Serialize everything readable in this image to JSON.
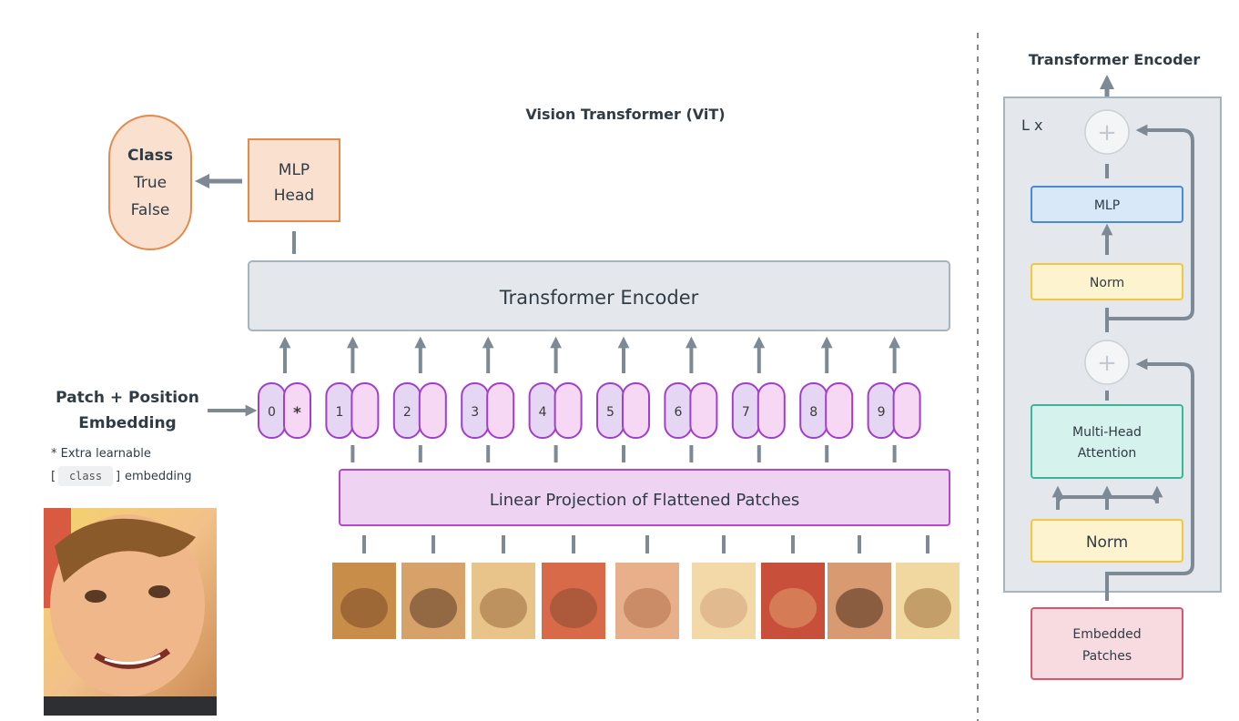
{
  "vit": {
    "title": "Vision Transformer (ViT)",
    "class_box": {
      "heading": "Class",
      "option1": "True",
      "option2": "False"
    },
    "mlp_head": {
      "line1": "MLP",
      "line2": "Head"
    },
    "encoder_label": "Transformer Encoder",
    "embedding": {
      "line1": "Patch + Position",
      "line2": "Embedding",
      "note_line1": "* Extra learnable",
      "note_code": "class",
      "note_rest": "embedding"
    },
    "tokens": [
      {
        "pos": "0",
        "extra": "*"
      },
      {
        "pos": "1"
      },
      {
        "pos": "2"
      },
      {
        "pos": "3"
      },
      {
        "pos": "4"
      },
      {
        "pos": "5"
      },
      {
        "pos": "6"
      },
      {
        "pos": "7"
      },
      {
        "pos": "8"
      },
      {
        "pos": "9"
      }
    ],
    "projection_label": "Linear Projection of Flattened Patches",
    "patch_count": 9
  },
  "encoder_detail": {
    "title": "Transformer Encoder",
    "repeat_label": "L x",
    "plus_symbol": "+",
    "mlp_label": "MLP",
    "norm_top_label": "Norm",
    "mha_line1": "Multi-Head",
    "mha_line2": "Attention",
    "norm_bottom_label": "Norm",
    "embedded_line1": "Embedded",
    "embedded_line2": "Patches"
  },
  "colors": {
    "arrow": "#7d8a96",
    "orange_fill": "#f9e0cf",
    "orange_stroke": "#e38a4c",
    "gray_fill": "#e4e8ec",
    "gray_stroke": "#a7b3bd",
    "purple_dark_fill": "#e5d7f3",
    "purple_light_fill": "#f6d8f4",
    "purple_stroke": "#a23ec9",
    "proj_fill": "#efd3f2",
    "proj_stroke": "#b846cf",
    "blue_fill": "#d8e8f8",
    "blue_stroke": "#4a8ad4",
    "yellow_fill": "#fdf3cf",
    "yellow_stroke": "#f2c842",
    "teal_fill": "#d6f2ec",
    "teal_stroke": "#3bb59a",
    "red_fill": "#f8dbe0",
    "red_stroke": "#d9576c"
  }
}
